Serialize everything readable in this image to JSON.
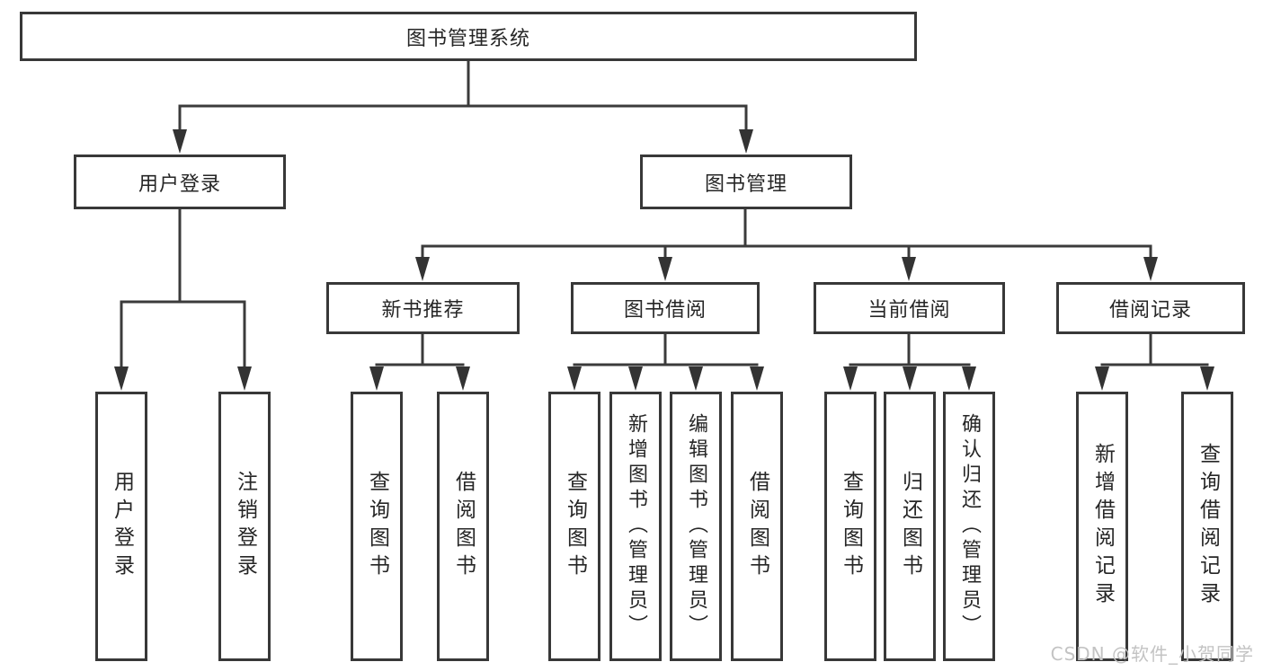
{
  "diagram": {
    "root": {
      "label": "图书管理系统"
    },
    "login": {
      "label": "用户登录",
      "leaves": [
        {
          "label": "用户登录"
        },
        {
          "label": "注销登录"
        }
      ]
    },
    "mgmt": {
      "label": "图书管理"
    },
    "groups": [
      {
        "label": "新书推荐",
        "leaves": [
          {
            "label": "查询图书"
          },
          {
            "label": "借阅图书"
          }
        ]
      },
      {
        "label": "图书借阅",
        "leaves": [
          {
            "label": "查询图书"
          },
          {
            "label": "新增图书（管理员）"
          },
          {
            "label": "编辑图书（管理员）"
          },
          {
            "label": "借阅图书"
          }
        ]
      },
      {
        "label": "当前借阅",
        "leaves": [
          {
            "label": "查询图书"
          },
          {
            "label": "归还图书"
          },
          {
            "label": "确认归还（管理员）"
          }
        ]
      },
      {
        "label": "借阅记录",
        "leaves": [
          {
            "label": "新增借阅记录"
          },
          {
            "label": "查询借阅记录"
          }
        ]
      }
    ]
  },
  "watermark": {
    "text": "CSDN @软件_小贺同学"
  },
  "colors": {
    "line": "#3b3b3b",
    "border": "#383838",
    "text": "#262626",
    "watermark": "#c3c3c3",
    "background": "#ffffff"
  }
}
